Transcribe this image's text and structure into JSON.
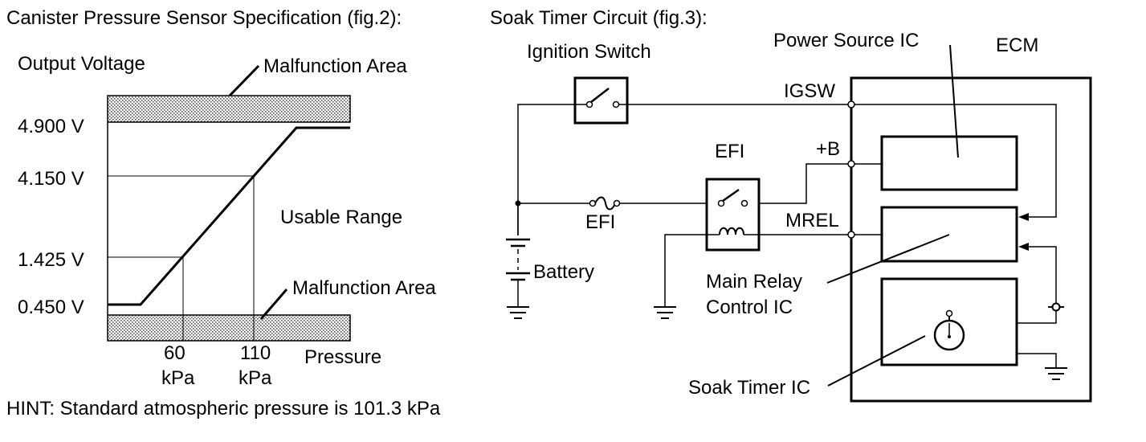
{
  "left_figure": {
    "title": "Canister Pressure Sensor Specification (fig.2):",
    "y_axis_label": "Output Voltage",
    "x_axis_label": "Pressure",
    "upper_area_label": "Malfunction Area",
    "lower_area_label": "Malfunction Area",
    "middle_label": "Usable Range",
    "hint": "HINT: Standard atmospheric pressure is 101.3 kPa",
    "y_ticks": [
      "4.900 V",
      "4.150 V",
      "1.425 V",
      "0.450 V"
    ],
    "x_ticks": [
      {
        "value": "60",
        "unit": "kPa"
      },
      {
        "value": "110",
        "unit": "kPa"
      }
    ]
  },
  "chart_data": {
    "type": "line",
    "xlabel": "Pressure",
    "ylabel": "Output Voltage",
    "x_unit": "kPa",
    "y_unit": "V",
    "series": [
      {
        "x": [
          60,
          110
        ],
        "y": [
          1.425,
          4.15
        ]
      }
    ],
    "y_reference_values": [
      0.45,
      1.425,
      4.15,
      4.9
    ],
    "x_reference_values": [
      60,
      110
    ],
    "malfunction_areas": [
      "above 4.900 V",
      "below 0.450 V"
    ],
    "grid": false
  },
  "right_figure": {
    "title": "Soak Timer Circuit (fig.3):",
    "labels": {
      "ignition_switch": "Ignition Switch",
      "power_source_ic": "Power Source IC",
      "ecm": "ECM",
      "igsw": "IGSW",
      "plus_b": "+B",
      "efi_relay": "EFI",
      "efi_fuse": "EFI",
      "mrel": "MREL",
      "battery": "Battery",
      "main_relay_line1": "Main Relay",
      "main_relay_line2": "Control IC",
      "soak_timer_ic": "Soak Timer IC"
    }
  }
}
